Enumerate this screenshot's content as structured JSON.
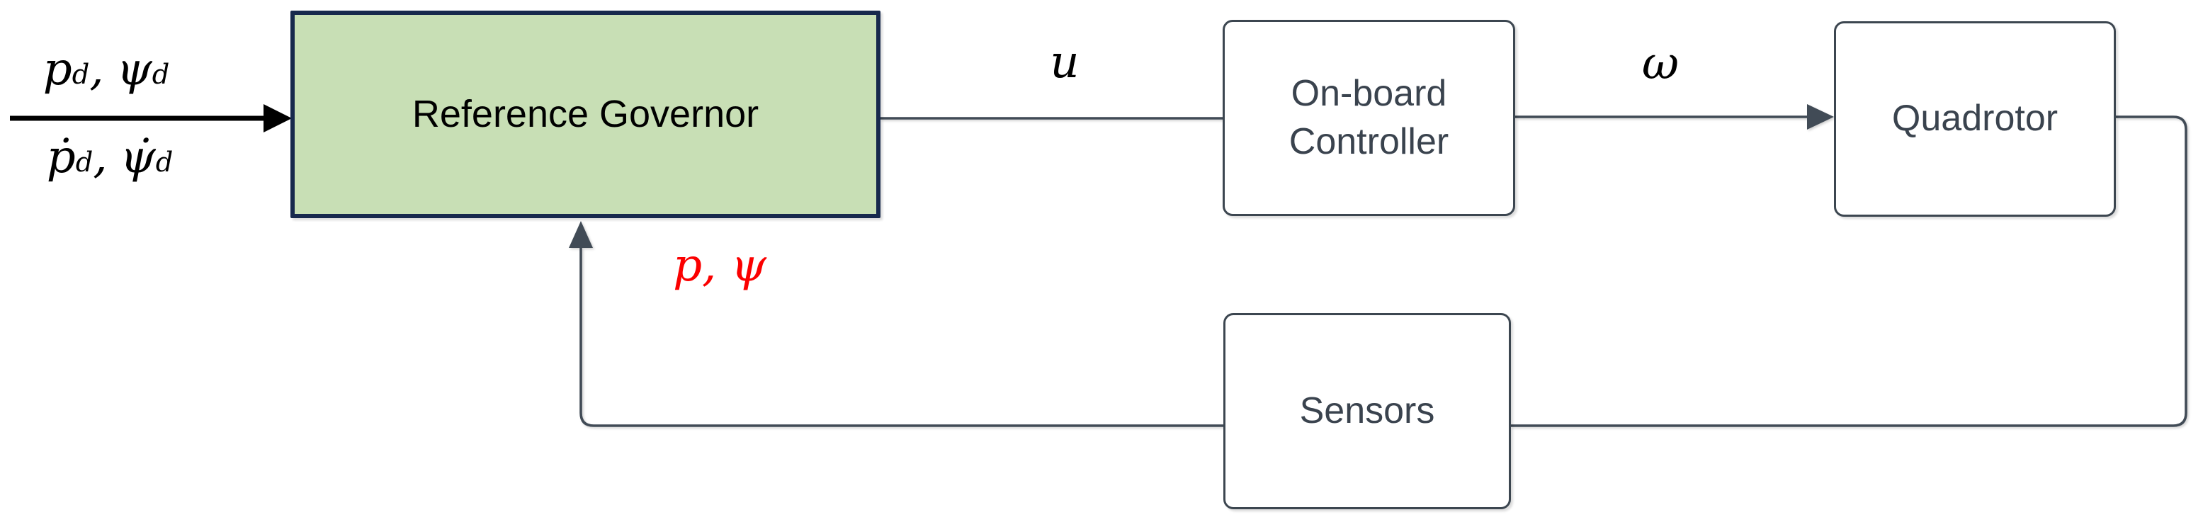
{
  "colors": {
    "canvas-bg": "#ffffff",
    "input-arrow": "#000000",
    "rg-fill": "#c8dfb5",
    "rg-border": "#17294d",
    "rg-label": "#000000",
    "box-fill": "#ffffff",
    "box-border": "#3c4650",
    "box-label": "#3a434e",
    "connector": "#414b56",
    "math-label": "#000000",
    "feedback-label": "#fb0000"
  },
  "blocks": {
    "reference_governor": {
      "label": "Reference Governor"
    },
    "onboard_controller": {
      "line1": "On-board",
      "line2": "Controller"
    },
    "quadrotor": {
      "label": "Quadrotor"
    },
    "sensors": {
      "label": "Sensors"
    }
  },
  "signals": {
    "input_top": {
      "base1": "p",
      "sub1": "d",
      "comma": ",",
      "base2": "ψ",
      "sub2": "d"
    },
    "input_bottom": {
      "base1": "ṗ",
      "sub1": "d",
      "comma": ",",
      "base2": "ψ̇",
      "sub2": "d"
    },
    "control_input": "u",
    "rotor_speed": "ω",
    "feedback_state": "p, ψ"
  }
}
